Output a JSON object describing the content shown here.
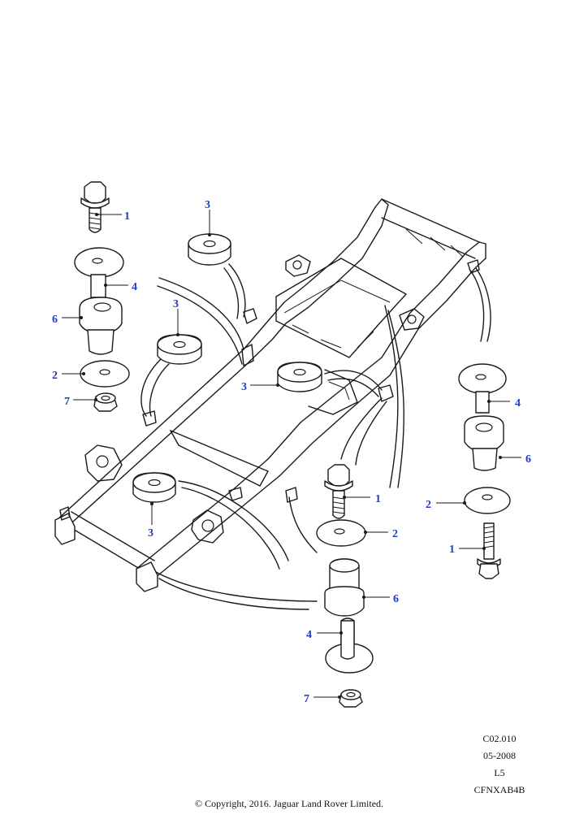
{
  "callouts": {
    "c1a": "1",
    "c4a": "4",
    "c6a": "6",
    "c2a": "2",
    "c7a": "7",
    "c3a": "3",
    "c3b": "3",
    "c3c": "3",
    "c3d": "3",
    "c4b": "4",
    "c6b": "6",
    "c2b": "2",
    "c1b": "1",
    "c1c": "1",
    "c2c": "2",
    "c6c": "6",
    "c4c": "4",
    "c7c": "7"
  },
  "meta": {
    "ref": "C02.010",
    "date": "05-2008",
    "level": "L5",
    "code": "CFNXAB4B"
  },
  "copyright": "© Copyright, 2016. Jaguar Land Rover Limited.",
  "colors": {
    "callout": "#1f3fbf",
    "line": "#1a1a1a"
  }
}
